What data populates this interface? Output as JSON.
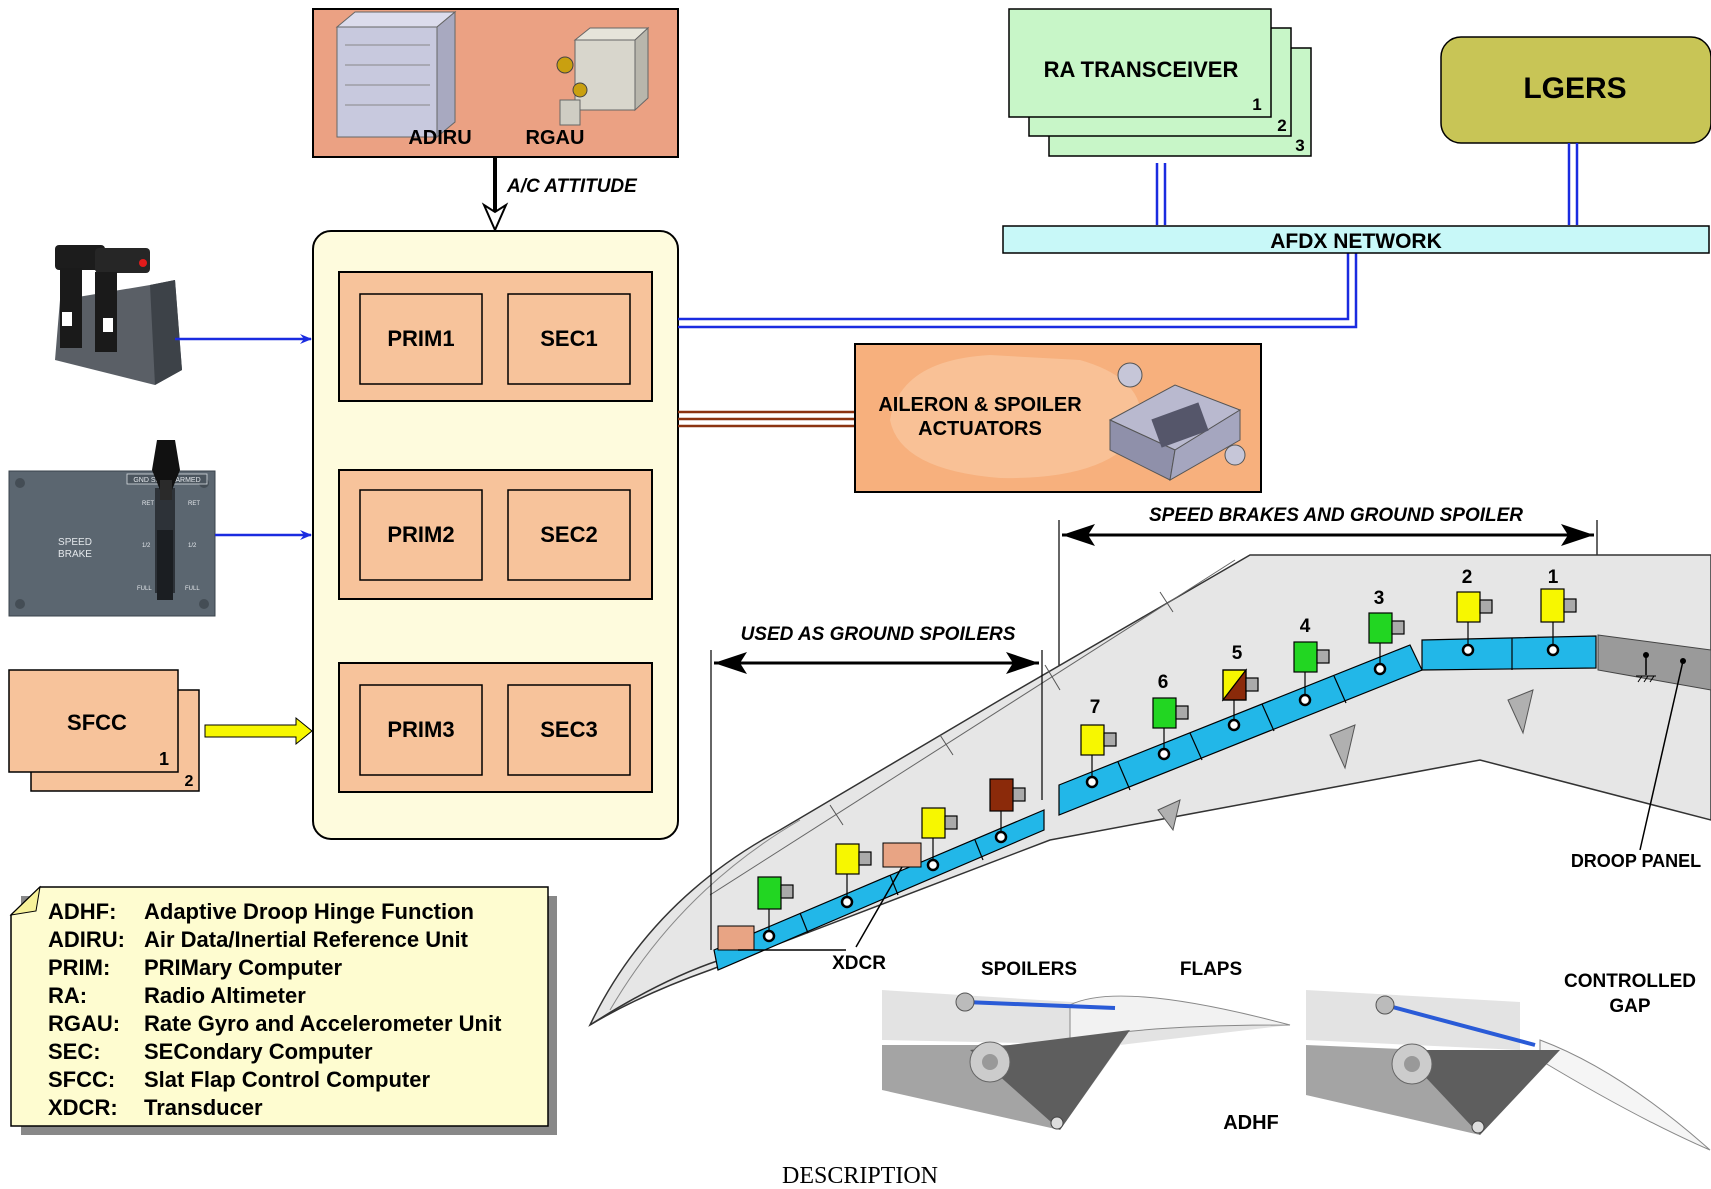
{
  "title": "DESCRIPTION",
  "adiru_box": {
    "adiru": "ADIRU",
    "rgau": "RGAU"
  },
  "attitude_label": "A/C ATTITUDE",
  "computers": [
    {
      "prim": "PRIM1",
      "sec": "SEC1"
    },
    {
      "prim": "PRIM2",
      "sec": "SEC2"
    },
    {
      "prim": "PRIM3",
      "sec": "SEC3"
    }
  ],
  "sfcc": {
    "label": "SFCC",
    "n1": "1",
    "n2": "2"
  },
  "speed_brake_panel": {
    "label1": "SPEED",
    "label2": "BRAKE",
    "ret": "RET",
    "half": "1/2",
    "full": "FULL",
    "placard": "GND SPLRS ARMED"
  },
  "ra": {
    "label": "RA TRANSCEIVER",
    "n1": "1",
    "n2": "2",
    "n3": "3"
  },
  "lgers": "LGERS",
  "afdx": "AFDX NETWORK",
  "actuators": {
    "line1": "AILERON & SPOILER",
    "line2": "ACTUATORS"
  },
  "speed_brakes_label": "SPEED BRAKES AND GROUND SPOILER",
  "ground_spoilers_label": "USED AS GROUND SPOILERS",
  "spoiler_numbers": [
    "1",
    "2",
    "3",
    "4",
    "5",
    "6",
    "7"
  ],
  "droop_panel": "DROOP PANEL",
  "xdcr": "XDCR",
  "adhf": {
    "spoilers": "SPOILERS",
    "flaps": "FLAPS",
    "controlled1": "CONTROLLED",
    "controlled2": "GAP",
    "title": "ADHF"
  },
  "legend": [
    {
      "abbr": "ADHF:",
      "text": "Adaptive Droop Hinge Function"
    },
    {
      "abbr": "ADIRU:",
      "text": "Air Data/Inertial Reference Unit"
    },
    {
      "abbr": "PRIM:",
      "text": "PRIMary Computer"
    },
    {
      "abbr": "RA:",
      "text": "Radio Altimeter"
    },
    {
      "abbr": "RGAU:",
      "text": "Rate Gyro and Accelerometer Unit"
    },
    {
      "abbr": "SEC:",
      "text": "SECondary Computer"
    },
    {
      "abbr": "SFCC:",
      "text": "Slat Flap Control Computer"
    },
    {
      "abbr": "XDCR:",
      "text": "Transducer"
    }
  ],
  "colors": {
    "yellow": "#f7f700",
    "green": "#22d622",
    "brown": "#8b2a0a",
    "blue": "#22b7e8",
    "peach": "#f7c49c",
    "salmon": "#e8a484"
  }
}
